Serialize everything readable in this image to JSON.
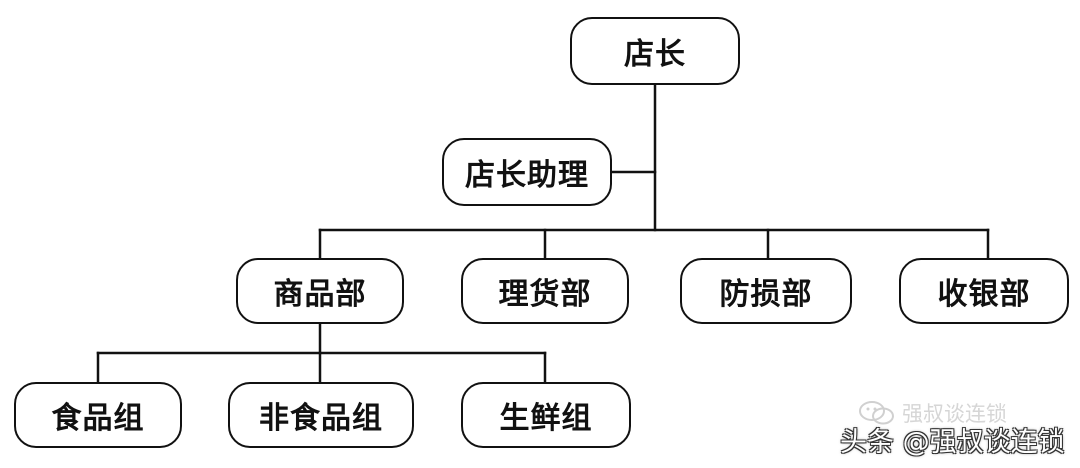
{
  "org_chart": {
    "root": "店长",
    "assistant": "店长助理",
    "departments": [
      "商品部",
      "理货部",
      "防损部",
      "收银部"
    ],
    "groups": [
      "食品组",
      "非食品组",
      "生鲜组"
    ]
  },
  "watermark": {
    "faint_text": "强叔谈连锁",
    "faint_icon": "wechat-icon",
    "main_text": "头条 @强叔谈连锁"
  }
}
